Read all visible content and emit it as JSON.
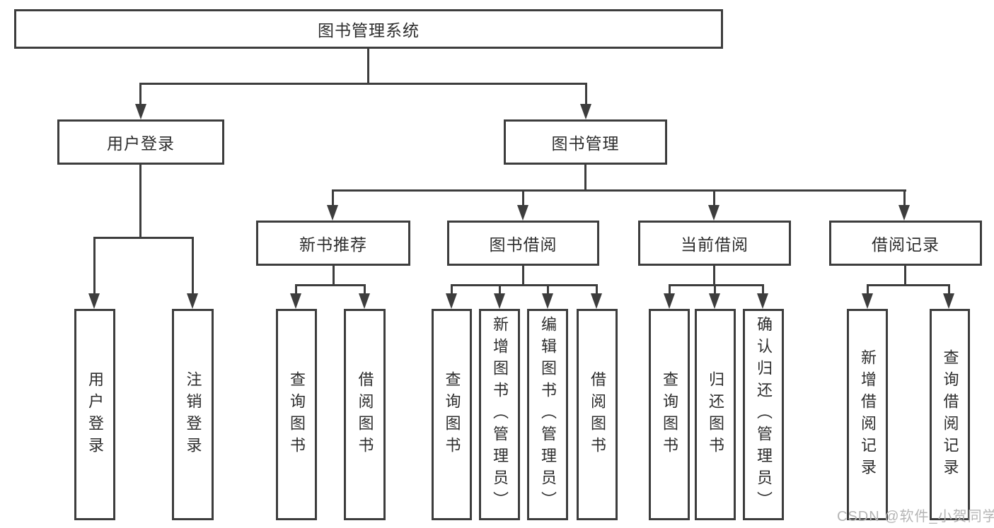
{
  "diagram": {
    "root": "图书管理系统",
    "branches": [
      {
        "label": "用户登录",
        "children": [
          "用户登录",
          "注销登录"
        ]
      },
      {
        "label": "图书管理",
        "sections": [
          {
            "label": "新书推荐",
            "children": [
              "查询图书",
              "借阅图书"
            ]
          },
          {
            "label": "图书借阅",
            "children": [
              "查询图书",
              "新增图书（管理员）",
              "编辑图书（管理员）",
              "借阅图书"
            ]
          },
          {
            "label": "当前借阅",
            "children": [
              "查询图书",
              "归还图书",
              "确认归还（管理员）"
            ]
          },
          {
            "label": "借阅记录",
            "children": [
              "新增借阅记录",
              "查询借阅记录"
            ]
          }
        ]
      }
    ]
  },
  "watermark": {
    "text": "CSDN @软件_小贺同学"
  },
  "colors": {
    "line": "#3d3d3d",
    "text": "#2d2d2d",
    "watermark": "#b5b5b5"
  }
}
